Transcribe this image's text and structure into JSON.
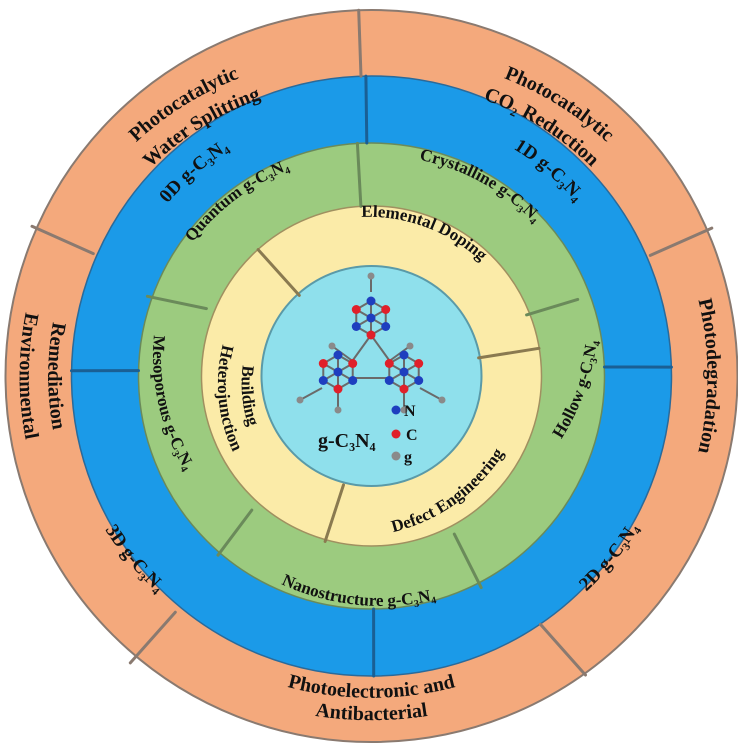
{
  "colors": {
    "outer_ring": "#F4A97C",
    "second_ring": "#1B9AE8",
    "third_ring": "#9CCB7F",
    "fourth_ring": "#FBEBA8",
    "center": "#8FE0EC",
    "nitrogen": "#1E3FBF",
    "carbon": "#E0202A",
    "hydrogen": "#8A8A8A"
  },
  "applications": [
    {
      "line1": "Photocatalytic",
      "line2": "Water Splitting"
    },
    {
      "line1": "Photocatalytic",
      "line2": "CO₂ Reduction"
    },
    {
      "line1": "Photodegradation",
      "line2": ""
    },
    {
      "line1": "Photoelectronic and",
      "line2": "Antibacterial"
    },
    {
      "line1": "Environmental",
      "line2": "Remediation"
    }
  ],
  "dimensions": [
    {
      "label": "0D g-C₃N₄"
    },
    {
      "label": "1D g-C₃N₄"
    },
    {
      "label": "2D g-C₃N₄"
    },
    {
      "label": "3D g-C₃N₄"
    }
  ],
  "morphologies": [
    {
      "label": "Quantum g-C₃N₄"
    },
    {
      "label": "Crystalline g-C₃N₄"
    },
    {
      "label": "Hollow g-C₃N₄"
    },
    {
      "label": "Nanostructure g-C₃N₄"
    },
    {
      "label": "Mesoporous g-C₃N₄"
    }
  ],
  "strategies": [
    {
      "label": "Elemental Doping"
    },
    {
      "label": "Defect Engineering"
    },
    {
      "line1": "Heterojunction",
      "line2": "Building"
    }
  ],
  "center": {
    "title": "g-C₃N₄",
    "legend": [
      "N",
      "C",
      "g"
    ]
  }
}
